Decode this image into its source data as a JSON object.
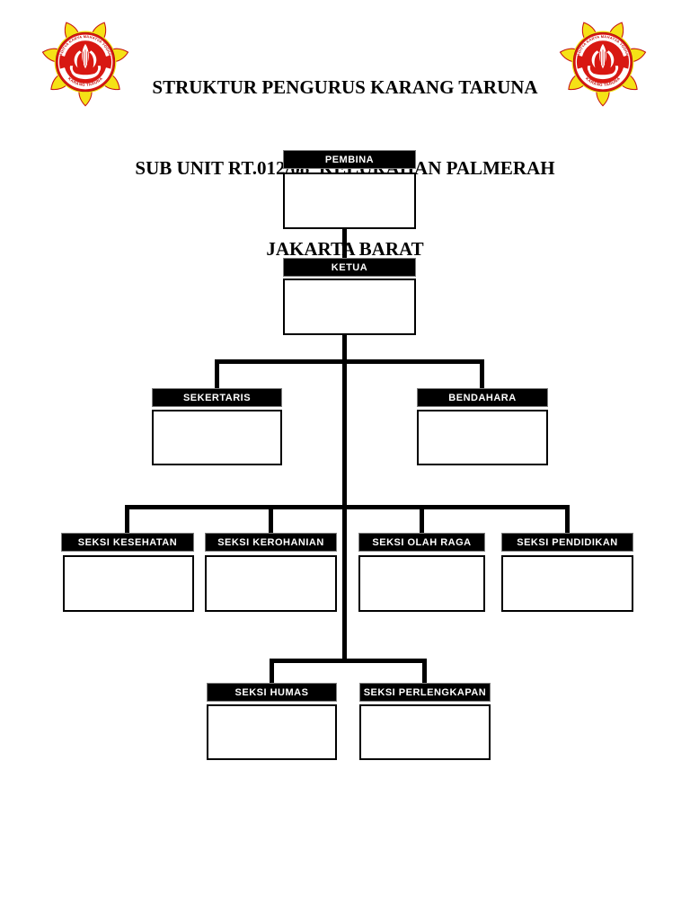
{
  "title": {
    "line1": "STRUKTUR PENGURUS KARANG TARUNA",
    "line2": "SUB UNIT RT.012/08  KELURAHAN PALMERAH",
    "line3": "JAKARTA BARAT"
  },
  "logo": {
    "description": "Karang Taruna emblem",
    "arc_text_top": "ADITYA KARYA MAHATVA YODHA",
    "arc_text_bottom": "KARANG TARUNA",
    "colors": {
      "petal_yellow": "#F5E216",
      "emblem_red": "#D81812",
      "outline_red": "#C41210",
      "white": "#FFFFFF"
    }
  },
  "chart": {
    "type": "org-chart",
    "nodes": [
      {
        "id": "pembina",
        "label": "PEMBINA",
        "name_value": "",
        "reports_to": null
      },
      {
        "id": "ketua",
        "label": "KETUA",
        "name_value": "",
        "reports_to": "pembina"
      },
      {
        "id": "sekertaris",
        "label": "SEKERTARIS",
        "name_value": "",
        "reports_to": "ketua"
      },
      {
        "id": "bendahara",
        "label": "BENDAHARA",
        "name_value": "",
        "reports_to": "ketua"
      },
      {
        "id": "seksi-kesehatan",
        "label": "SEKSI KESEHATAN",
        "name_value": "",
        "reports_to": "ketua"
      },
      {
        "id": "seksi-kerohanian",
        "label": "SEKSI KEROHANIAN",
        "name_value": "",
        "reports_to": "ketua"
      },
      {
        "id": "seksi-olah-raga",
        "label": "SEKSI OLAH RAGA",
        "name_value": "",
        "reports_to": "ketua"
      },
      {
        "id": "seksi-pendidikan",
        "label": "SEKSI PENDIDIKAN",
        "name_value": "",
        "reports_to": "ketua"
      },
      {
        "id": "seksi-humas",
        "label": "SEKSI HUMAS",
        "name_value": "",
        "reports_to": "ketua"
      },
      {
        "id": "seksi-perlengkapan",
        "label": "SEKSI PERLENGKAPAN",
        "name_value": "",
        "reports_to": "ketua"
      }
    ]
  },
  "colors": {
    "header_bar": "#000000",
    "box_border": "#000000",
    "connector": "#000000",
    "background": "#FFFFFF"
  }
}
